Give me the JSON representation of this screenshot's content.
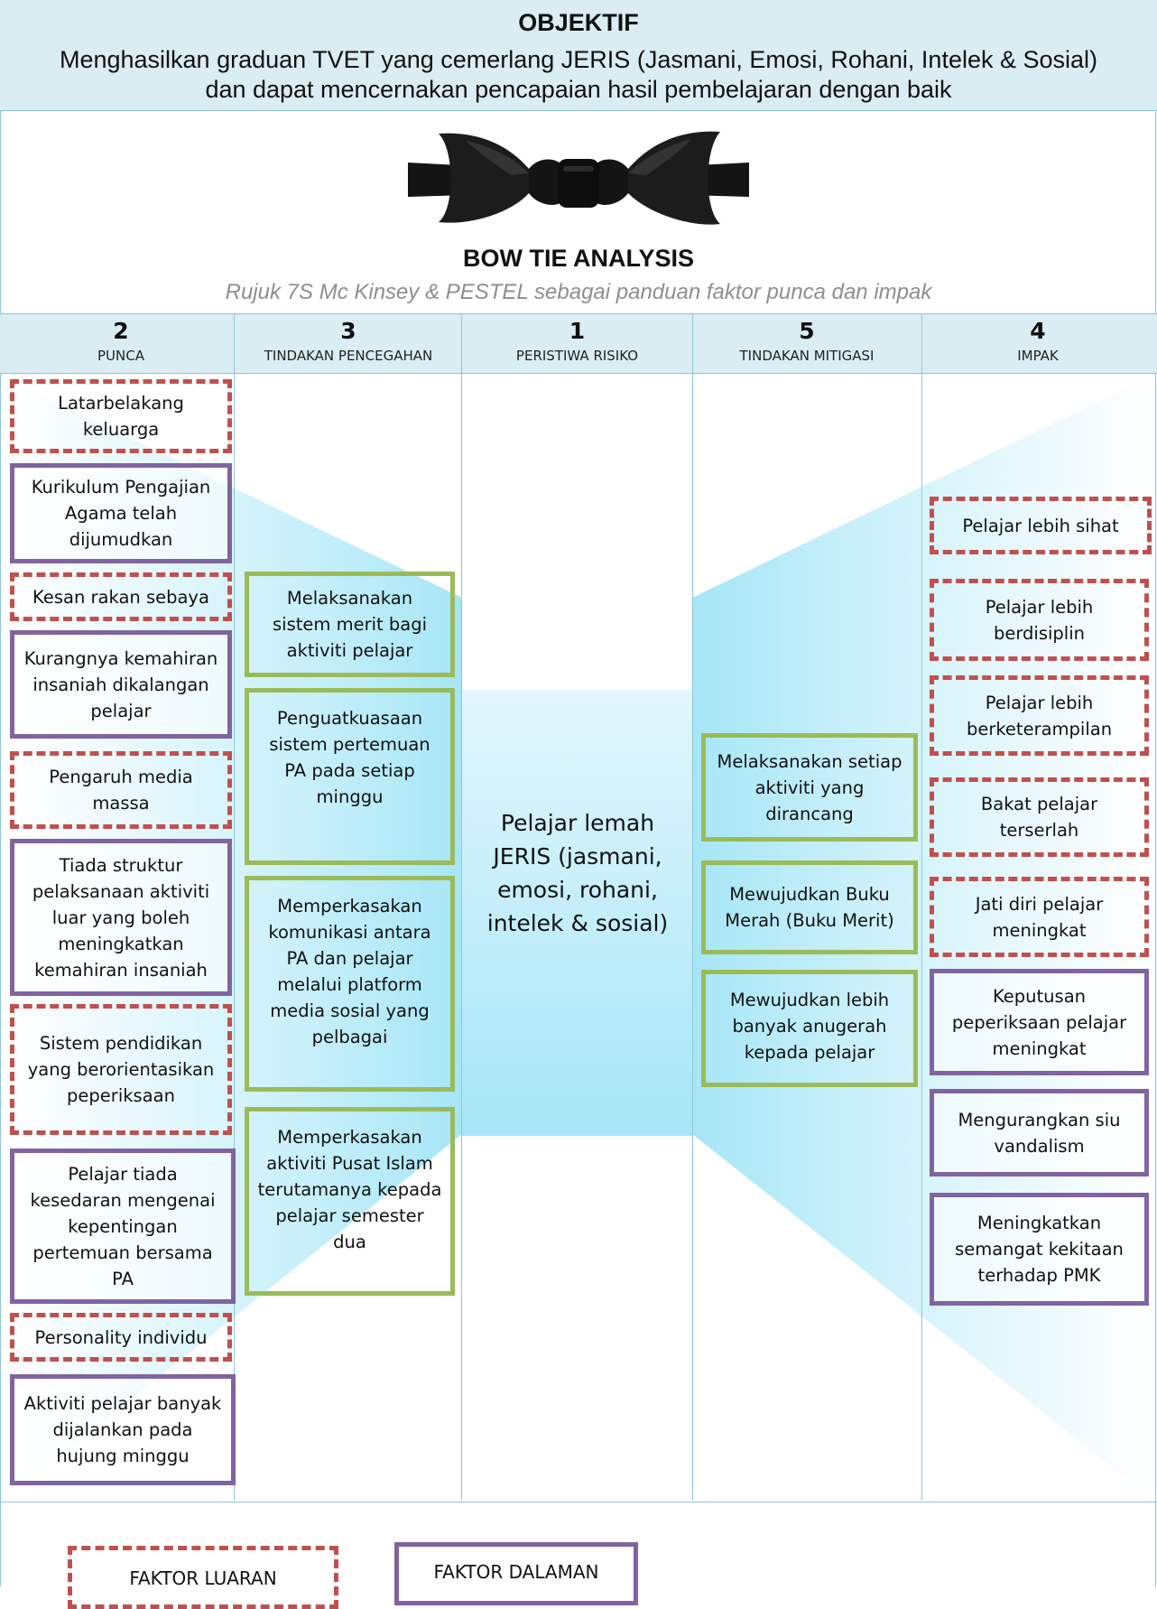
{
  "objective": {
    "title": "OBJEKTIF",
    "description": "Menghasilkan graduan TVET yang cemerlang JERIS (Jasmani, Emosi, Rohani, Intelek & Sosial)  dan dapat mencernakan pencapaian hasil pembelajaran dengan baik"
  },
  "analysis": {
    "title": "BOW TIE ANALYSIS",
    "subtitle": "Rujuk 7S Mc Kinsey & PESTEL sebagai panduan  faktor punca dan impak"
  },
  "columns": [
    {
      "number": "2",
      "label": "PUNCA"
    },
    {
      "number": "3",
      "label": "TINDAKAN PENCEGAHAN"
    },
    {
      "number": "1",
      "label": "PERISTIWA RISIKO"
    },
    {
      "number": "5",
      "label": "TINDAKAN MITIGASI"
    },
    {
      "number": "4",
      "label": "IMPAK"
    }
  ],
  "causes": [
    {
      "text": "Latarbelakang keluarga",
      "type": "luaran"
    },
    {
      "text": "Kurikulum Pengajian Agama telah dijumudkan",
      "type": "dalaman"
    },
    {
      "text": "Kesan rakan sebaya",
      "type": "luaran"
    },
    {
      "text": "Kurangnya kemahiran insaniah dikalangan pelajar",
      "type": "dalaman"
    },
    {
      "text": "Pengaruh media massa",
      "type": "luaran"
    },
    {
      "text": "Tiada struktur pelaksanaan aktiviti luar yang boleh meningkatkan kemahiran insaniah",
      "type": "dalaman"
    },
    {
      "text": "Sistem pendidikan yang berorientasikan peperiksaan",
      "type": "luaran"
    },
    {
      "text": "Pelajar tiada kesedaran mengenai kepentingan pertemuan bersama PA",
      "type": "dalaman"
    },
    {
      "text": "Personality individu",
      "type": "luaran"
    },
    {
      "text": "Aktiviti pelajar banyak dijalankan pada hujung minggu",
      "type": "dalaman"
    }
  ],
  "preventive": [
    {
      "text": "Melaksanakan sistem merit bagi aktiviti pelajar"
    },
    {
      "text": "Penguatkuasaan sistem pertemuan PA pada setiap minggu"
    },
    {
      "text": "Memperkasakan komunikasi antara PA dan pelajar melalui platform media sosial yang pelbagai"
    },
    {
      "text": "Memperkasakan aktiviti Pusat Islam terutamanya kepada pelajar semester dua"
    }
  ],
  "risk_event": {
    "text": "Pelajar lemah JERIS (jasmani, emosi, rohani, intelek & sosial)"
  },
  "mitigation": [
    {
      "text": "Melaksanakan setiap aktiviti yang dirancang"
    },
    {
      "text": "Mewujudkan Buku Merah (Buku Merit)"
    },
    {
      "text": "Mewujudkan lebih banyak anugerah kepada pelajar"
    }
  ],
  "impacts": [
    {
      "text": "Pelajar lebih sihat",
      "type": "luaran"
    },
    {
      "text": "Pelajar lebih berdisiplin",
      "type": "luaran"
    },
    {
      "text": "Pelajar lebih berketerampilan",
      "type": "luaran"
    },
    {
      "text": "Bakat pelajar terserlah",
      "type": "luaran"
    },
    {
      "text": "Jati diri pelajar meningkat",
      "type": "luaran"
    },
    {
      "text": "Keputusan peperiksaan pelajar meningkat",
      "type": "dalaman"
    },
    {
      "text": "Mengurangkan siu vandalism",
      "type": "dalaman"
    },
    {
      "text": "Meningkatkan semangat kekitaan terhadap PMK",
      "type": "dalaman"
    }
  ],
  "legend": {
    "external": "FAKTOR LUARAN",
    "internal": "FAKTOR DALAMAN"
  },
  "colors": {
    "header_band": "#d9edf3",
    "grid_line": "#8fc7d2",
    "external_factor": "#c0504d",
    "internal_factor": "#8064a2",
    "action": "#9bbb59",
    "bowtie_gradient": "#a6e6f7"
  },
  "image": {
    "icon": "bowtie-icon"
  }
}
